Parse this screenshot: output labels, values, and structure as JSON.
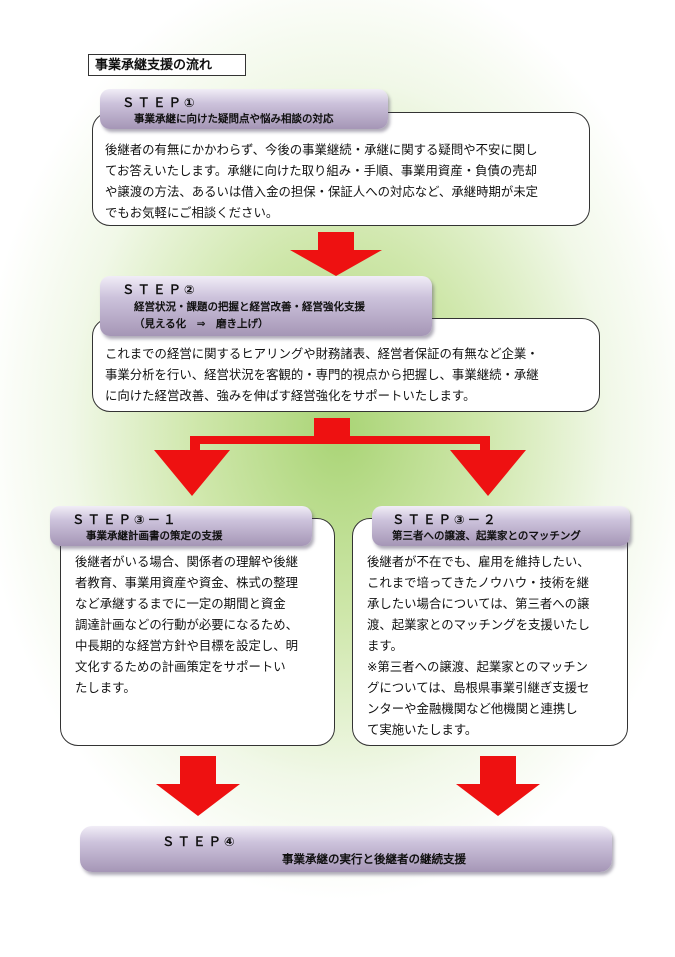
{
  "title": "事業承継支援の流れ",
  "steps": {
    "s1": {
      "label": "ＳＴＥＰ①",
      "subtitle": "事業承継に向けた疑問点や悩み相談の対応",
      "body": "後継者の有無にかかわらず、今後の事業継続・承継に関する疑問や不安に関し\nてお答えいたします。承継に向けた取り組み・手順、事業用資産・負債の売却\nや譲渡の方法、あるいは借入金の担保・保証人への対応など、承継時期が未定\nでもお気軽にご相談ください。"
    },
    "s2": {
      "label": "ＳＴＥＰ②",
      "subtitle": "経営状況・課題の把握と経営改善・経営強化支援",
      "subtitle2": "（見える化　⇒　磨き上げ）",
      "body": "これまでの経営に関するヒアリングや財務諸表、経営者保証の有無など企業・\n事業分析を行い、経営状況を客観的・専門的視点から把握し、事業継続・承継\nに向けた経営改善、強みを伸ばす経営強化をサポートいたします。"
    },
    "s31": {
      "label": "ＳＴＥＰ③－１",
      "subtitle": "事業承継計画書の策定の支援",
      "body": "後継者がいる場合、関係者の理解や後継\n者教育、事業用資産や資金、株式の整理\nなど承継するまでに一定の期間と資金\n調達計画などの行動が必要になるため、\n中長期的な経営方針や目標を設定し、明\n文化するための計画策定をサポートい\nたします。"
    },
    "s32": {
      "label": "ＳＴＥＰ③－２",
      "subtitle": "第三者への譲渡、起業家とのマッチング",
      "body": "後継者が不在でも、雇用を維持したい、\nこれまで培ってきたノウハウ・技術を継\n承したい場合については、第三者への譲\n渡、起業家とのマッチングを支援いたし\nます。\n※第三者への譲渡、起業家とのマッチン\nグについては、島根県事業引継ぎ支援セ\nンターや金融機関など他機関と連携し\nて実施いたします。"
    },
    "s4": {
      "label": "ＳＴＥＰ④",
      "subtitle": "事業承継の実行と後継者の継続支援"
    }
  },
  "colors": {
    "arrow": "#ee1111",
    "box_border": "#333333"
  }
}
